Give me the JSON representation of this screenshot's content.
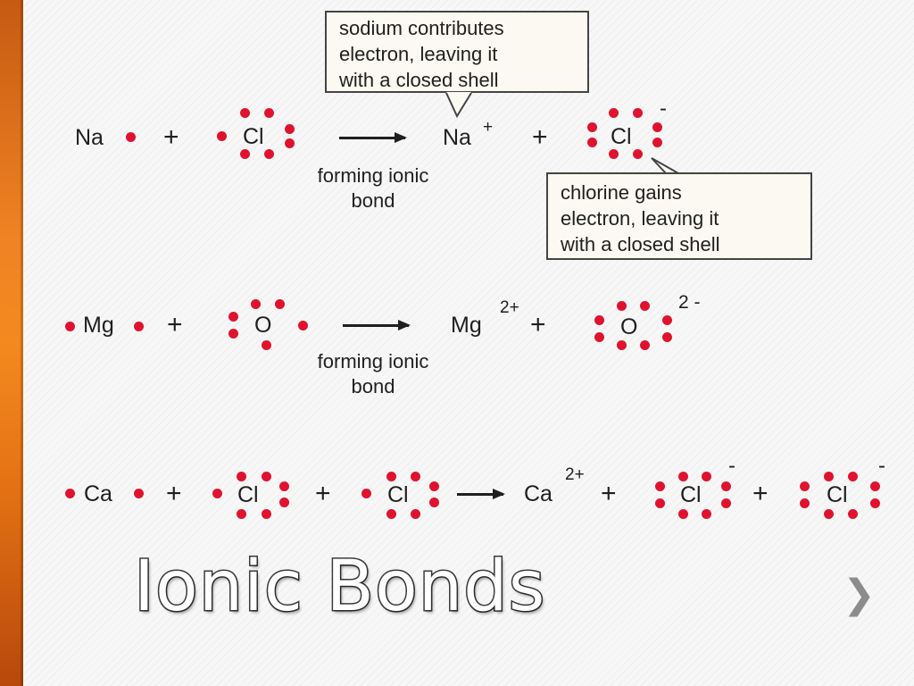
{
  "slide": {
    "title": "Ionic Bonds",
    "next_glyph": "❯"
  },
  "colors": {
    "electron": "#e0132e",
    "accent_bar": "#f08323"
  },
  "reaction1": {
    "na": "Na",
    "plus1": "+",
    "cl": "Cl",
    "na_ion": "Na",
    "na_charge": "+",
    "plus2": "+",
    "cl_ion": "Cl",
    "cl_charge": "-",
    "arrow_label_1": "forming ionic",
    "arrow_label_2": "bond",
    "callout_sodium": [
      "sodium contributes",
      "electron, leaving it",
      "with a closed shell"
    ],
    "callout_chlorine": [
      "chlorine gains",
      "electron, leaving it",
      "with a closed shell"
    ]
  },
  "reaction2": {
    "mg": "Mg",
    "plus1": "+",
    "o": "O",
    "mg_ion": "Mg",
    "mg_charge": "2+",
    "plus2": "+",
    "o_ion": "O",
    "o_charge": "2 -",
    "arrow_label_1": "forming ionic",
    "arrow_label_2": "bond"
  },
  "reaction3": {
    "ca": "Ca",
    "plus1": "+",
    "cl1": "Cl",
    "plus2": "+",
    "cl2": "Cl",
    "ca_ion": "Ca",
    "ca_charge": "2+",
    "plus3": "+",
    "cl_ion1": "Cl",
    "cl_charge1": "-",
    "plus4": "+",
    "cl_ion2": "Cl",
    "cl_charge2": "-"
  }
}
